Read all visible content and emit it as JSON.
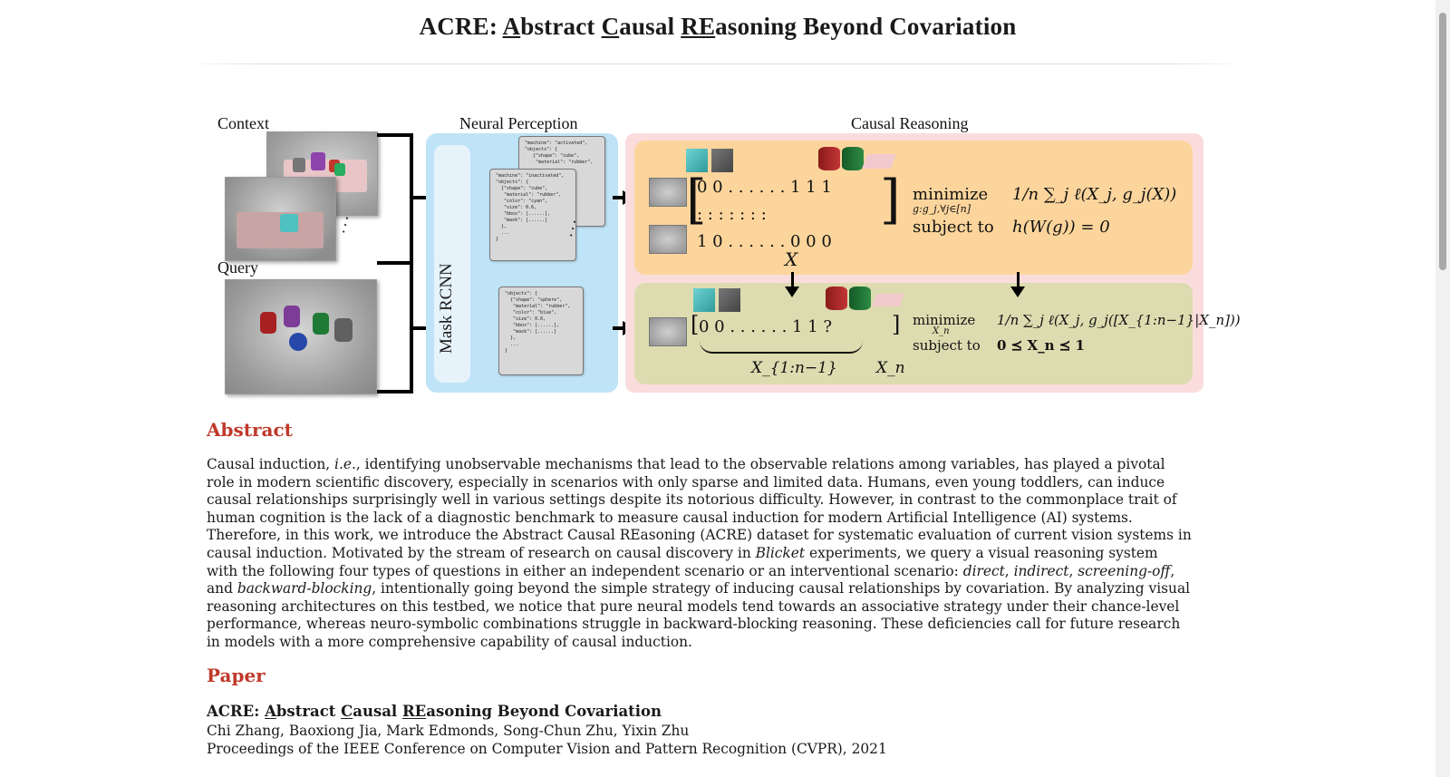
{
  "title": {
    "prefix": "ACRE: ",
    "u1": "A",
    "t1": "bstract ",
    "u2": "C",
    "t2": "ausal ",
    "u3": "RE",
    "t3": "asoning Beyond Covariation"
  },
  "figure": {
    "context_label": "Context",
    "query_label": "Query",
    "neural_perception_label": "Neural Perception",
    "causal_reasoning_label": "Causal Reasoning",
    "mask_rcnn_label": "Mask RCNN",
    "scroll_back_text": "\"machine\": \"activated\",\n\"objects\": {\n   {\"shape\": \"cube\",\n    \"material\": \"rubber\",",
    "scroll_mid_text": "\"machine\": \"inactivated\",\n\"objects\": {\n  {\"shape\": \"cube\",\n   \"material\": \"rubber\",\n   \"color\": \"cyan\",\n   \"size\": 0.6,\n   \"bbox\": [......],\n   \"mask\": [......]\n  },\n  ...\n}",
    "scroll_query_text": "\"objects\": {\n  {\"shape\": \"sphere\",\n   \"material\": \"rubber\",\n   \"color\": \"blue\",\n   \"size\": 0.6,\n   \"bbox\": [......],\n   \"mask\": [......]\n  },\n  ...\n}",
    "top_matrix_row1": "0   0   . . .   . . .   1   1   1",
    "top_matrix_row2": ":   :   :   :   :   :   :",
    "top_matrix_row3": "1   0   . . .   . . .   0   0   0",
    "top_matrix_label": "X",
    "top_minimize": "minimize",
    "top_minimize_sub": "g:g_j,∀j∈[n]",
    "top_objective": "1/n ∑_j ℓ(X_j, g_j(X))",
    "top_subject_to": "subject to",
    "top_constraint": "h(W(g)) = 0",
    "bot_vector": "0   0   . . .   . . .   1   1   ?",
    "bot_label_left": "X_{1:n−1}",
    "bot_label_right": "X_n",
    "bot_minimize": "minimize",
    "bot_minimize_sub": "X_n",
    "bot_objective": "1/n ∑_j ℓ(X_j, g_j([X_{1:n−1}|X_n]))",
    "bot_subject_to": "subject to",
    "bot_constraint": "0 ⪯ X_n ⪯ 1"
  },
  "abstract": {
    "heading": "Abstract",
    "p1": "Causal induction, ",
    "ie": "i.e.",
    "p2": ", identifying unobservable mechanisms that lead to the observable relations among variables, has played a pivotal role in modern scientific discovery, especially in scenarios with only sparse and limited data. Humans, even young toddlers, can induce causal relationships surprisingly well in various settings despite its notorious difficulty. However, in contrast to the commonplace trait of human cognition is the lack of a diagnostic benchmark to measure causal induction for modern Artificial Intelligence (AI) systems. Therefore, in this work, we introduce the Abstract Causal REasoning (ACRE) dataset for systematic evaluation of current vision systems in causal induction. Motivated by the stream of research on causal discovery in ",
    "blicket": "Blicket",
    "p3": " experiments, we query a visual reasoning system with the following four types of questions in either an independent scenario or an interventional scenario: ",
    "direct": "direct",
    "sep1": ", ",
    "indirect": "indirect",
    "sep2": ", ",
    "screening": "screening-off",
    "sep3": ", and ",
    "backward": "backward-blocking",
    "p4": ", intentionally going beyond the simple strategy of inducing causal relationships by covariation. By analyzing visual reasoning architectures on this testbed, we notice that pure neural models tend towards an associative strategy under their chance-level performance, whereas neuro-symbolic combinations struggle in backward-blocking reasoning. These deficiencies call for future research in models with a more comprehensive capability of causal induction."
  },
  "paper": {
    "heading": "Paper",
    "title_prefix": "ACRE: ",
    "u1": "A",
    "t1": "bstract ",
    "u2": "C",
    "t2": "ausal ",
    "u3": "RE",
    "t3": "asoning Beyond Covariation",
    "authors": "Chi Zhang, Baoxiong Jia, Mark Edmonds, Song-Chun Zhu, Yixin Zhu",
    "venue": "Proceedings of the IEEE Conference on Computer Vision and Pattern Recognition (CVPR), 2021"
  }
}
